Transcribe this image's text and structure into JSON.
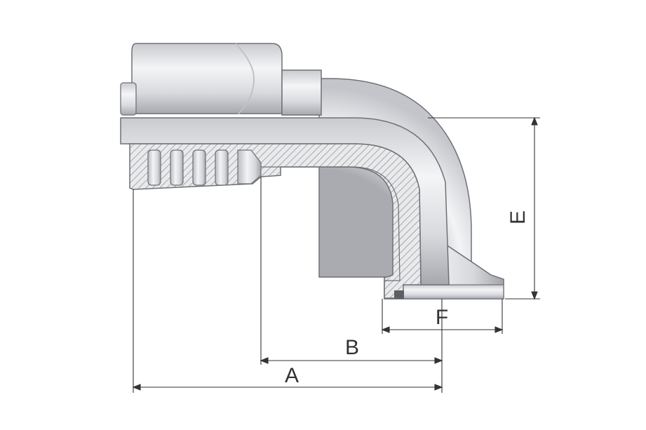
{
  "dimensions": {
    "a": "A",
    "b": "B",
    "e": "E",
    "f": "F"
  },
  "colors": {
    "metal_light": "#f1f2f4",
    "metal_mid": "#d6d8dc",
    "metal_dark": "#9a9ca1",
    "outline": "#6f7176",
    "hatch": "#8a8c90",
    "dimension_line": "#333333"
  }
}
